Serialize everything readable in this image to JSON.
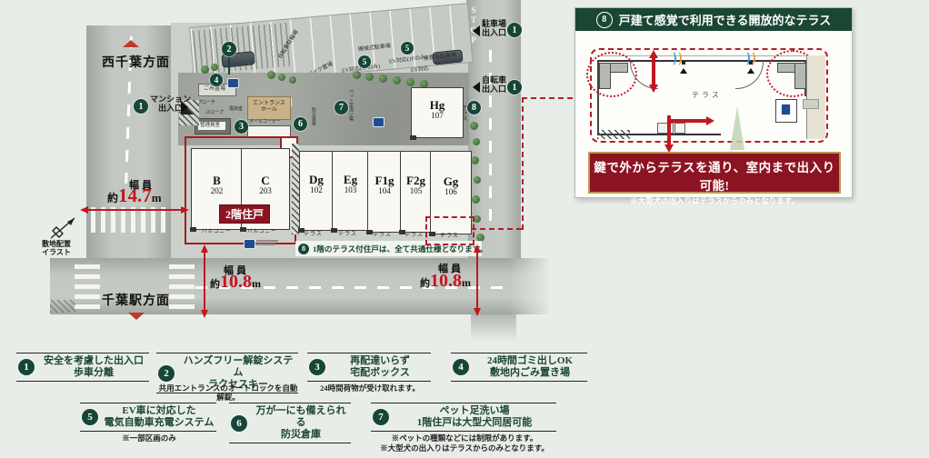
{
  "badges": {
    "n1": "1",
    "n2": "2",
    "n3": "3",
    "n4": "4",
    "n5": "5",
    "n6": "6",
    "n7": "7",
    "n8": "8"
  },
  "map": {
    "nishichiba": "西千葉方面",
    "chibaeki": "千葉駅方面",
    "stop": "STOP",
    "entrance_mansion_l1": "マンション",
    "entrance_mansion_l2": "出入口",
    "entrance_parking_l1": "駐車場",
    "entrance_parking_l2": "出入口",
    "entrance_bicycle_l1": "自転車",
    "entrance_bicycle_l2": "出入口",
    "dim_label": "幅員",
    "dim_approx": "約",
    "dim_unit": "m",
    "dim1_value": "14.7",
    "dim2_value": "10.8",
    "compass_l1": "敷地配置",
    "compass_l2": "イラスト",
    "p_bicycle": "自転車駐輪場",
    "p_bike": "バイク置場",
    "p_machine": "機械式駐車場",
    "p_ev": "EV対応(1Fのみ)",
    "p_ev_short": "EV対応",
    "p_guest": "来客用駐車場",
    "p_slope": "スロープ",
    "e_gomi": "ごみ置場",
    "e_approach": "アプローチ",
    "e_windbreak": "風除室",
    "e_ent1": "エントランス",
    "e_ent2": "ホール",
    "e_kanri": "管理員室",
    "e_mail": "メールコーナー",
    "e_bousai": "防災倉庫",
    "e_pet": "ペット足洗い場",
    "e_ev": "EV",
    "balcony": "バルコニー",
    "terrace": "テラス",
    "badge_2f": "2階住戸",
    "note8": "1階のテラス付住戸は、全て共通仕様となります。",
    "units": [
      {
        "name": "B",
        "no": "202"
      },
      {
        "name": "C",
        "no": "203"
      },
      {
        "name": "Dg",
        "no": "102"
      },
      {
        "name": "Eg",
        "no": "103"
      },
      {
        "name": "F1g",
        "no": "104"
      },
      {
        "name": "F2g",
        "no": "105"
      },
      {
        "name": "Gg",
        "no": "106"
      },
      {
        "name": "Hg",
        "no": "107"
      }
    ]
  },
  "callout": {
    "number": "8",
    "title": "戸建て感覚で利用できる開放的なテラス",
    "banner_line1": "鍵で外からテラスを通り、室内まで出入り可能!",
    "banner_line2": "※大型犬の出入りはテラスからのみとなります。"
  },
  "legend": {
    "items": [
      {
        "no": "1",
        "title1": "安全を考慮した出入口",
        "title2": "歩車分離",
        "note1": "",
        "note2": ""
      },
      {
        "no": "2",
        "title1": "ハンズフリー解錠システム",
        "title2": "ラクセスキー",
        "note1": "共用エントランスのオートロックを自動解錠。",
        "note2": ""
      },
      {
        "no": "3",
        "title1": "再配達いらず",
        "title2": "宅配ボックス",
        "note1": "24時間荷物が受け取れます。",
        "note2": ""
      },
      {
        "no": "4",
        "title1": "24時間ゴミ出しOK",
        "title2": "敷地内ごみ置き場",
        "note1": "",
        "note2": ""
      },
      {
        "no": "5",
        "title1": "EV車に対応した",
        "title2": "電気自動車充電システム",
        "note1": "※一部区画のみ",
        "note2": ""
      },
      {
        "no": "6",
        "title1": "万が一にも備えられる",
        "title2": "防災倉庫",
        "note1": "",
        "note2": ""
      },
      {
        "no": "7",
        "title1": "ペット足洗い場",
        "title2": "1階住戸は大型犬同居可能",
        "note1": "※ペットの種類などには制限があります。",
        "note2": "※大型犬の出入りはテラスからのみとなります。"
      }
    ]
  }
}
